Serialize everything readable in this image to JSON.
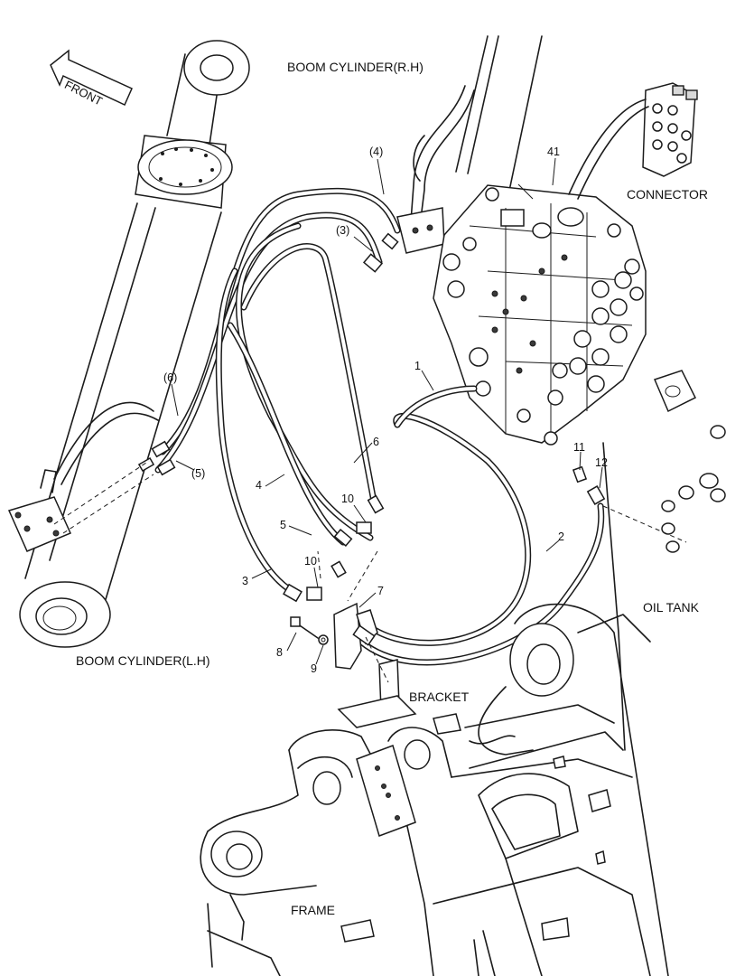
{
  "labels": {
    "front": "FRONT",
    "boom_cylinder_rh": "BOOM CYLINDER(R.H)",
    "boom_cylinder_lh": "BOOM CYLINDER(L.H)",
    "connector": "CONNECTOR",
    "oil_tank": "OIL TANK",
    "bracket": "BRACKET",
    "frame": "FRAME"
  },
  "callouts": {
    "p4": "(4)",
    "p3": "(3)",
    "p41": "41",
    "p6": "(6)",
    "p5": "(5)",
    "p1": "1",
    "n6": "6",
    "n4": "4",
    "n10a": "10",
    "n5": "5",
    "n11": "11",
    "n12": "12",
    "n2": "2",
    "n3": "3",
    "n10b": "10",
    "n7": "7",
    "n8": "8",
    "n9": "9"
  }
}
